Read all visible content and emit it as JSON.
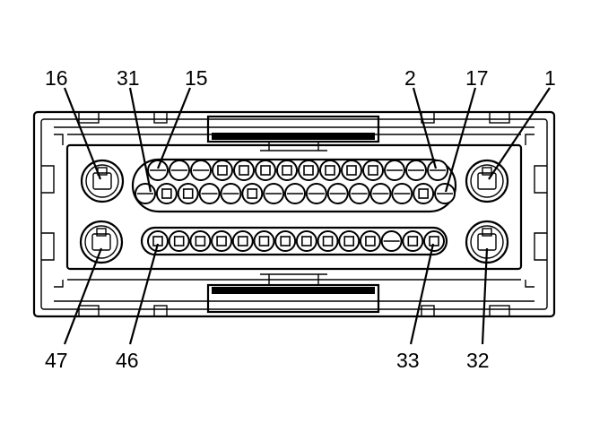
{
  "figure": {
    "description_free": true,
    "labels": {
      "pin_16": "16",
      "pin_31": "31",
      "pin_15": "15",
      "pin_2": "2",
      "pin_17": "17",
      "pin_1": "1",
      "pin_47": "47",
      "pin_46": "46",
      "pin_33": "33",
      "pin_32": "32"
    },
    "rows": {
      "upper_back_count": 14,
      "upper_front_count": 15,
      "lower_count": 14,
      "large_terminal_count": 4
    },
    "colors": {
      "line": "#000000",
      "background": "#ffffff"
    }
  }
}
